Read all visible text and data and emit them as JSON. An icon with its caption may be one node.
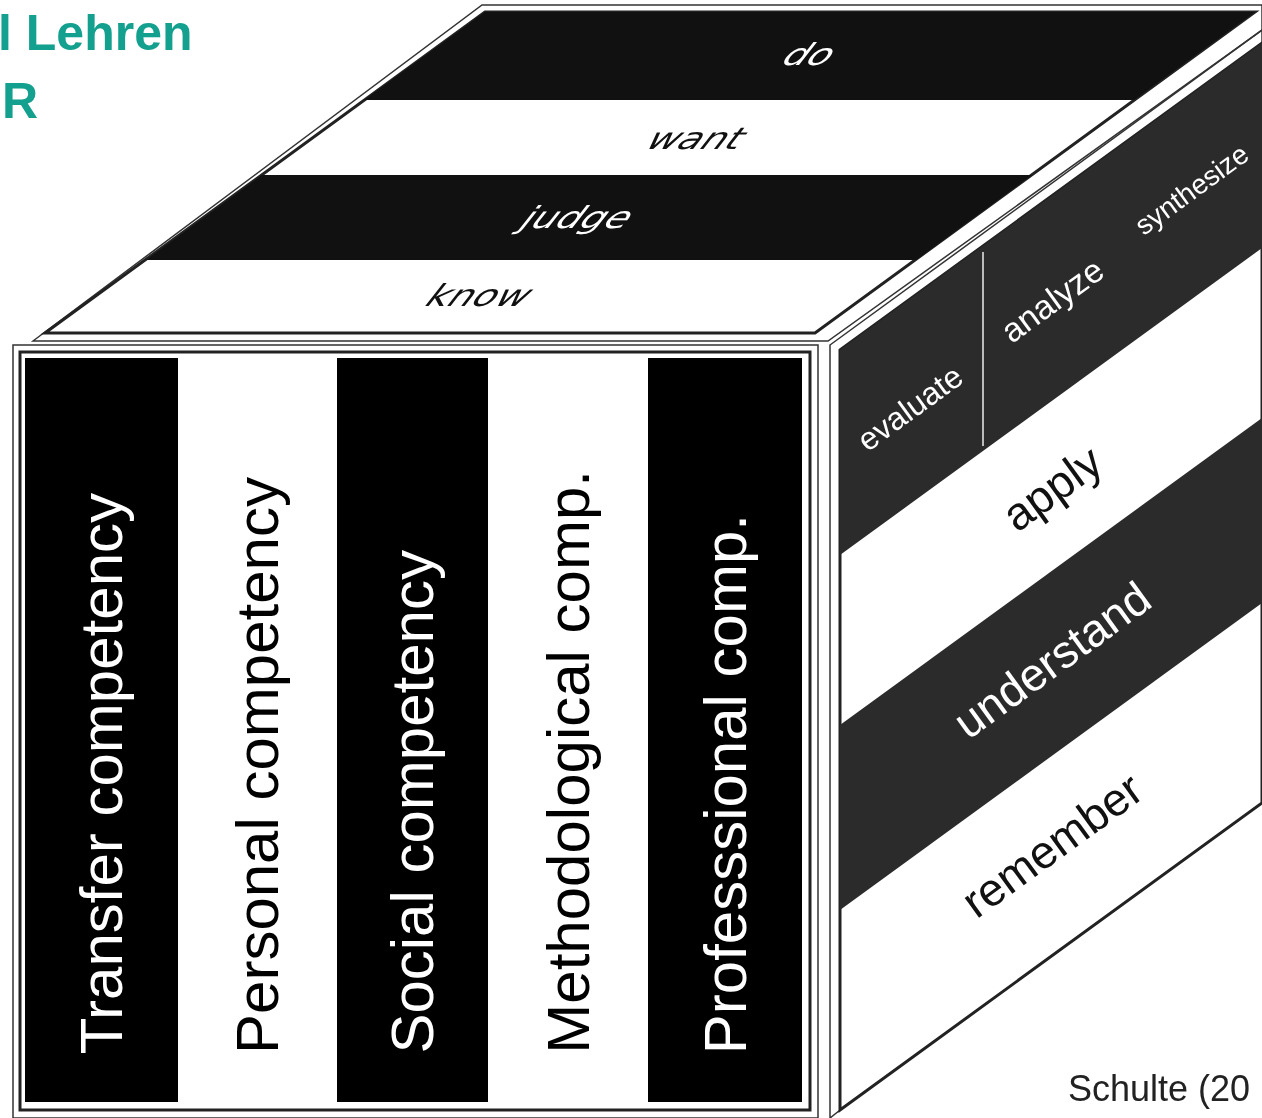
{
  "diagram": {
    "nodes": [
      {
        "text": [
          "do"
        ]
      },
      {
        "text": [
          "want"
        ]
      },
      {
        "text": [
          "judge"
        ]
      },
      {
        "text": [
          "know"
        ]
      },
      {
        "text": [
          "Transfer competency"
        ]
      },
      {
        "text": [
          "Personal competency"
        ]
      },
      {
        "text": [
          "Social competency"
        ]
      },
      {
        "text": [
          "Methodological comp."
        ]
      },
      {
        "text": [
          "Professsional comp."
        ]
      },
      {
        "text": [
          "evaluate"
        ]
      },
      {
        "text": [
          "analyze"
        ]
      },
      {
        "text": [
          "synthesize"
        ]
      },
      {
        "text": [
          "apply"
        ]
      },
      {
        "text": [
          "understand"
        ]
      },
      {
        "text": [
          "remember"
        ]
      }
    ],
    "labels": [
      "l Lehren",
      "R",
      "Schulte (20"
    ]
  }
}
